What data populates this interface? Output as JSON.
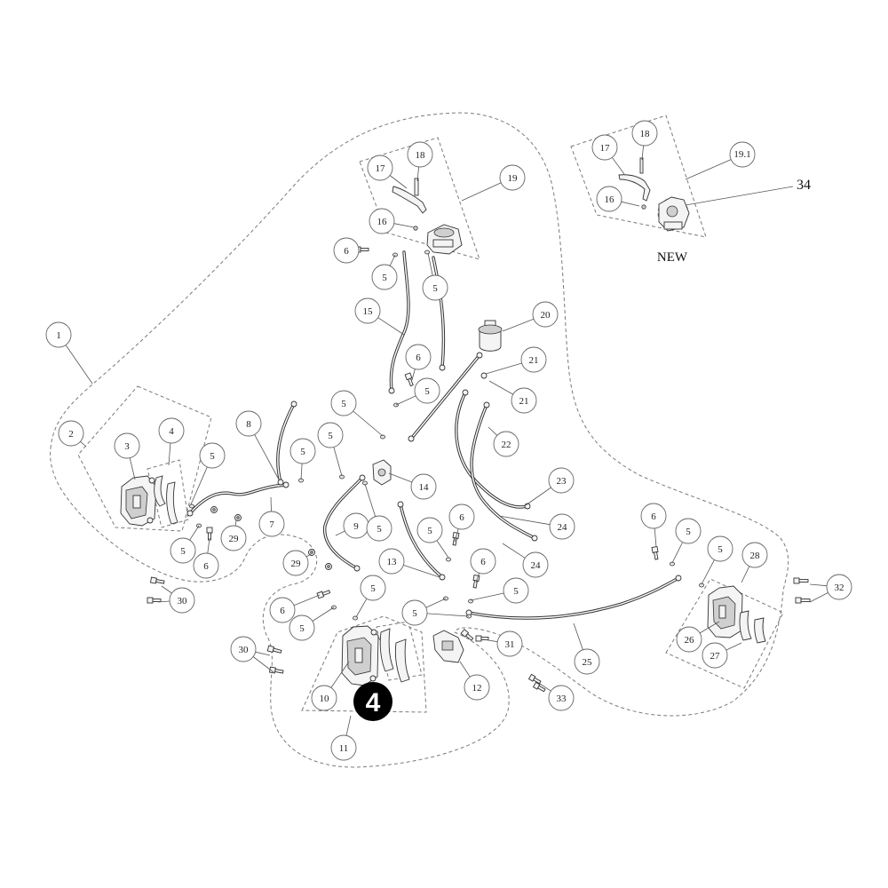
{
  "diagram": {
    "callouts": [
      "1",
      "2",
      "3",
      "4",
      "5",
      "8",
      "5",
      "5",
      "7",
      "5",
      "29",
      "6",
      "30",
      "29",
      "9",
      "5",
      "14",
      "5",
      "6",
      "5",
      "15",
      "6",
      "5",
      "5",
      "16",
      "17",
      "18",
      "19",
      "20",
      "21",
      "21",
      "22",
      "23",
      "24",
      "24",
      "5",
      "6",
      "13",
      "6",
      "5",
      "5",
      "5",
      "6",
      "5",
      "30",
      "10",
      "11",
      "12",
      "31",
      "33",
      "25",
      "6",
      "5",
      "5",
      "28",
      "26",
      "27",
      "32",
      "17",
      "18",
      "16",
      "19.1"
    ],
    "highlight_number": "4",
    "new_part_number": "34",
    "new_label": "NEW"
  }
}
